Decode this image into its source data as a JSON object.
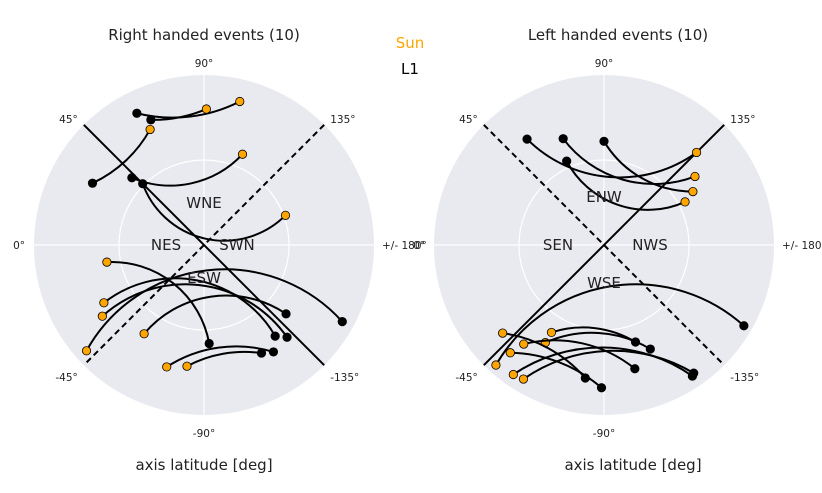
{
  "figure": {
    "legend": [
      {
        "label": "Sun",
        "color": "#FFA500"
      },
      {
        "label": "L1",
        "color": "#000000"
      }
    ]
  },
  "colors": {
    "panel_bg": "#E9E9F0",
    "sun": "#FFA500",
    "l1": "#000000",
    "grid": "#FFFFFF"
  },
  "chart_data": [
    {
      "type": "polar-arcs",
      "title": "Right handed events (10)",
      "xlabel": "axis latitude [deg]",
      "angle_ticks": [
        {
          "angle": 0,
          "label": "0°"
        },
        {
          "angle": 90,
          "label": "90°"
        },
        {
          "angle": 180,
          "label": "+/- 180°"
        },
        {
          "angle": -90,
          "label": "-90°"
        },
        {
          "angle": 45,
          "label": "45°"
        },
        {
          "angle": 135,
          "label": "135°"
        },
        {
          "angle": -45,
          "label": "-45°"
        },
        {
          "angle": -135,
          "label": "-135°"
        }
      ],
      "region_labels": [
        "WNE",
        "NES",
        "SWN",
        "ESW"
      ],
      "solid_line": [
        45,
        -135
      ],
      "dashed_line": [
        135,
        -45
      ],
      "events": [
        {
          "r": 0.87,
          "start": 104,
          "end": 63
        },
        {
          "r": 0.8,
          "start": 91,
          "end": 67
        },
        {
          "r": 0.75,
          "start": 65,
          "end": 29
        },
        {
          "r": 0.58,
          "start": 113,
          "end": 43
        },
        {
          "r": 0.51,
          "start": 160,
          "end": 45
        },
        {
          "r": 0.58,
          "start": -10,
          "end": -93
        },
        {
          "r": 0.68,
          "start": -30,
          "end": -128
        },
        {
          "r": 0.93,
          "start": -42,
          "end": -151
        },
        {
          "r": 0.73,
          "start": -35,
          "end": -132
        },
        {
          "r": 0.63,
          "start": -56,
          "end": -140
        },
        {
          "r": 0.75,
          "start": -73,
          "end": -123
        },
        {
          "r": 0.72,
          "start": -82,
          "end": -118
        }
      ]
    },
    {
      "type": "polar-arcs",
      "title": "Left handed events (10)",
      "xlabel": "axis latitude [deg]",
      "angle_ticks": [
        {
          "angle": 0,
          "label": "0°"
        },
        {
          "angle": 90,
          "label": "90°"
        },
        {
          "angle": 180,
          "label": "+/- 180°"
        },
        {
          "angle": -90,
          "label": "-90°"
        },
        {
          "angle": 45,
          "label": "45°"
        },
        {
          "angle": 135,
          "label": "135°"
        },
        {
          "angle": -45,
          "label": "-45°"
        },
        {
          "angle": -135,
          "label": "-135°"
        }
      ],
      "region_labels": [
        "ENW",
        "SEN",
        "NWS",
        "WSE"
      ],
      "solid_line": [
        135,
        -45
      ],
      "dashed_line": [
        45,
        -135
      ],
      "events": [
        {
          "r": 0.77,
          "start": 135,
          "end": 54
        },
        {
          "r": 0.67,
          "start": 143,
          "end": 69
        },
        {
          "r": 0.61,
          "start": 149,
          "end": 90
        },
        {
          "r": 0.54,
          "start": 152,
          "end": 66
        },
        {
          "r": 0.67,
          "start": -59,
          "end": -114
        },
        {
          "r": 0.6,
          "start": -59,
          "end": -108
        },
        {
          "r": 0.93,
          "start": -55,
          "end": -124
        },
        {
          "r": 0.92,
          "start": -59,
          "end": -125
        },
        {
          "r": 0.95,
          "start": -48,
          "end": -150
        },
        {
          "r": 0.75,
          "start": -51,
          "end": -104
        },
        {
          "r": 0.84,
          "start": -49,
          "end": -89
        },
        {
          "r": 0.79,
          "start": -41,
          "end": -82
        }
      ]
    }
  ]
}
